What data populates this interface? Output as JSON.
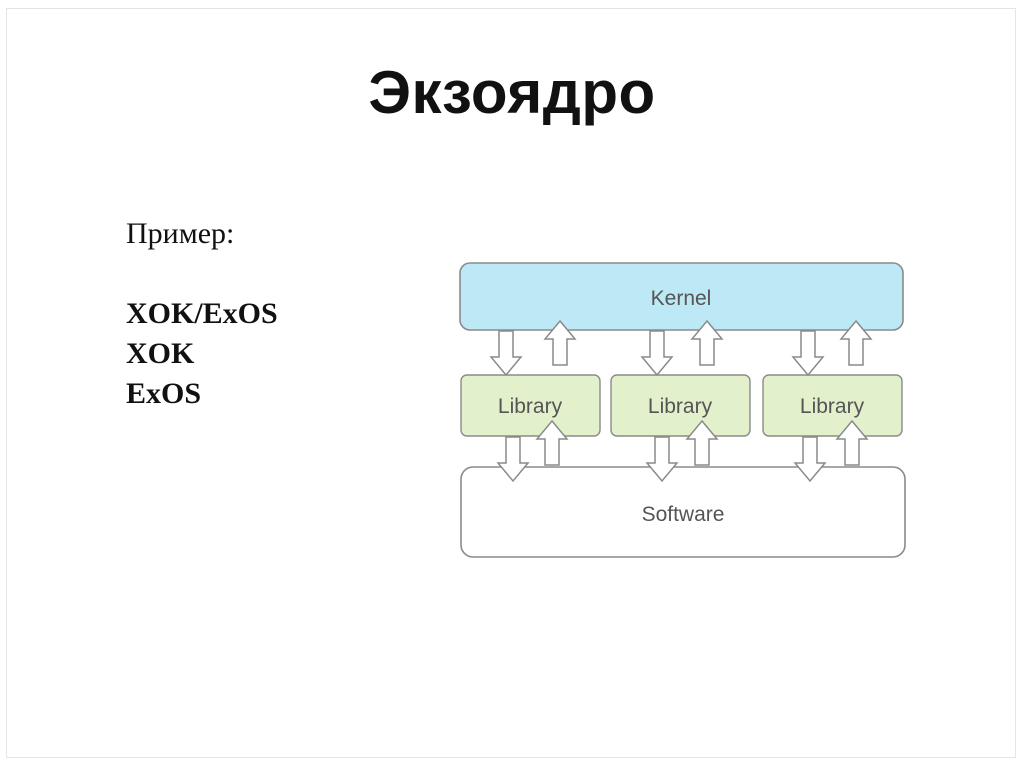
{
  "slide": {
    "title": "Экзоядро",
    "intro": "Пример:",
    "examples": [
      "XOK/ExOS",
      "XOK",
      "ExOS"
    ]
  },
  "diagram": {
    "kernel_label": "Kernel",
    "library_labels": [
      "Library",
      "Library",
      "Library"
    ],
    "software_label": "Software",
    "colors": {
      "kernel_fill": "#bde9f6",
      "library_fill": "#e3f0cc",
      "software_fill": "#ffffff",
      "stroke": "#8a8a8a"
    }
  }
}
